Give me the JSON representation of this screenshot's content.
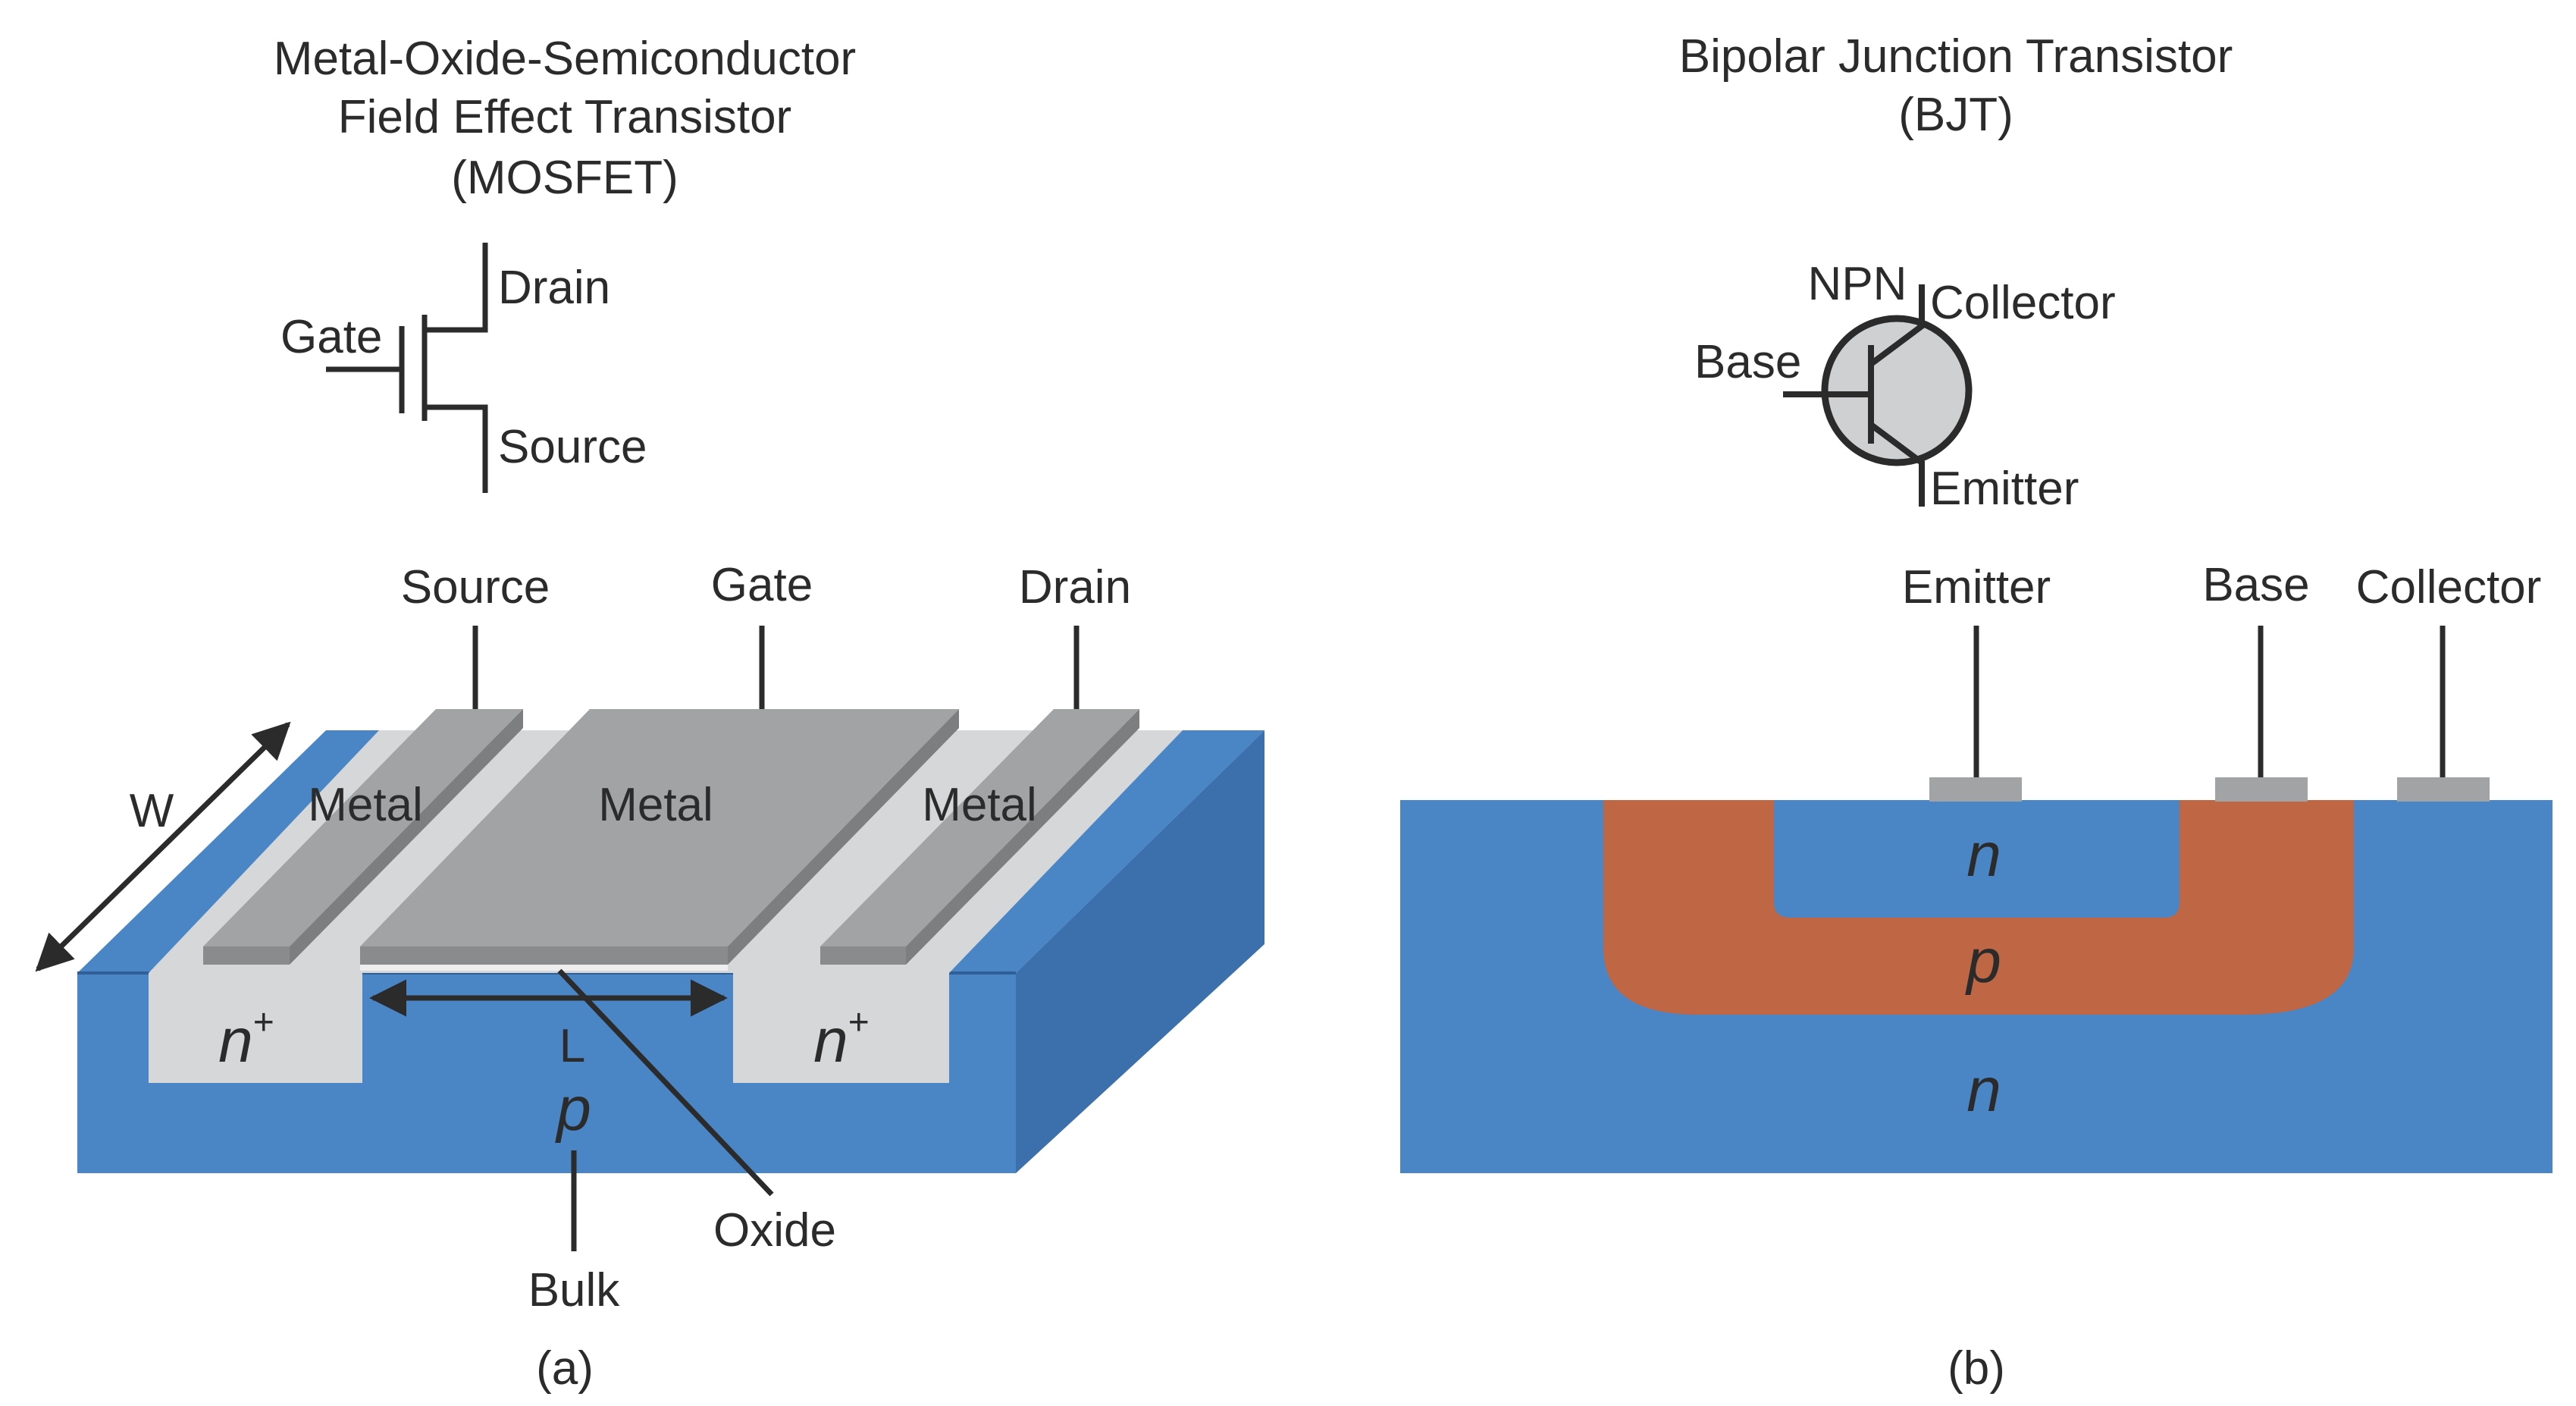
{
  "colors": {
    "substrate_blue": "#4a86c5",
    "substrate_side": "#3b70ad",
    "substrate_top": "#4a86c5",
    "oxide_light": "#d6d7d9",
    "metal_gray": "#a2a3a5",
    "metal_dark": "#8a8b8d",
    "p_region": "#bf6644",
    "n_plus": "#d6d7d9",
    "line": "#2b2b2b",
    "npn_circle": "#cfd0d2"
  },
  "mosfet": {
    "title_line1": "Metal-Oxide-Semiconductor",
    "title_line2": "Field Effect Transistor",
    "title_line3": "(MOSFET)",
    "symbol": {
      "gate": "Gate",
      "drain": "Drain",
      "source": "Source"
    },
    "terminals": {
      "source": "Source",
      "gate": "Gate",
      "drain": "Drain"
    },
    "metal_labels": [
      "Metal",
      "Metal",
      "Metal"
    ],
    "width_label": "W",
    "length_label": "L",
    "n_plus_left": "n",
    "n_plus_right": "n",
    "plus_sign": "+",
    "substrate_label": "p",
    "oxide_label": "Oxide",
    "bulk_label": "Bulk",
    "caption": "(a)"
  },
  "bjt": {
    "title_line1": "Bipolar Junction Transistor",
    "title_line2": "(BJT)",
    "symbol": {
      "type": "NPN",
      "collector": "Collector",
      "base": "Base",
      "emitter": "Emitter"
    },
    "terminals": {
      "emitter": "Emitter",
      "base": "Base",
      "collector": "Collector"
    },
    "region_emitter": "n",
    "region_base": "p",
    "region_collector": "n",
    "caption": "(b)"
  }
}
